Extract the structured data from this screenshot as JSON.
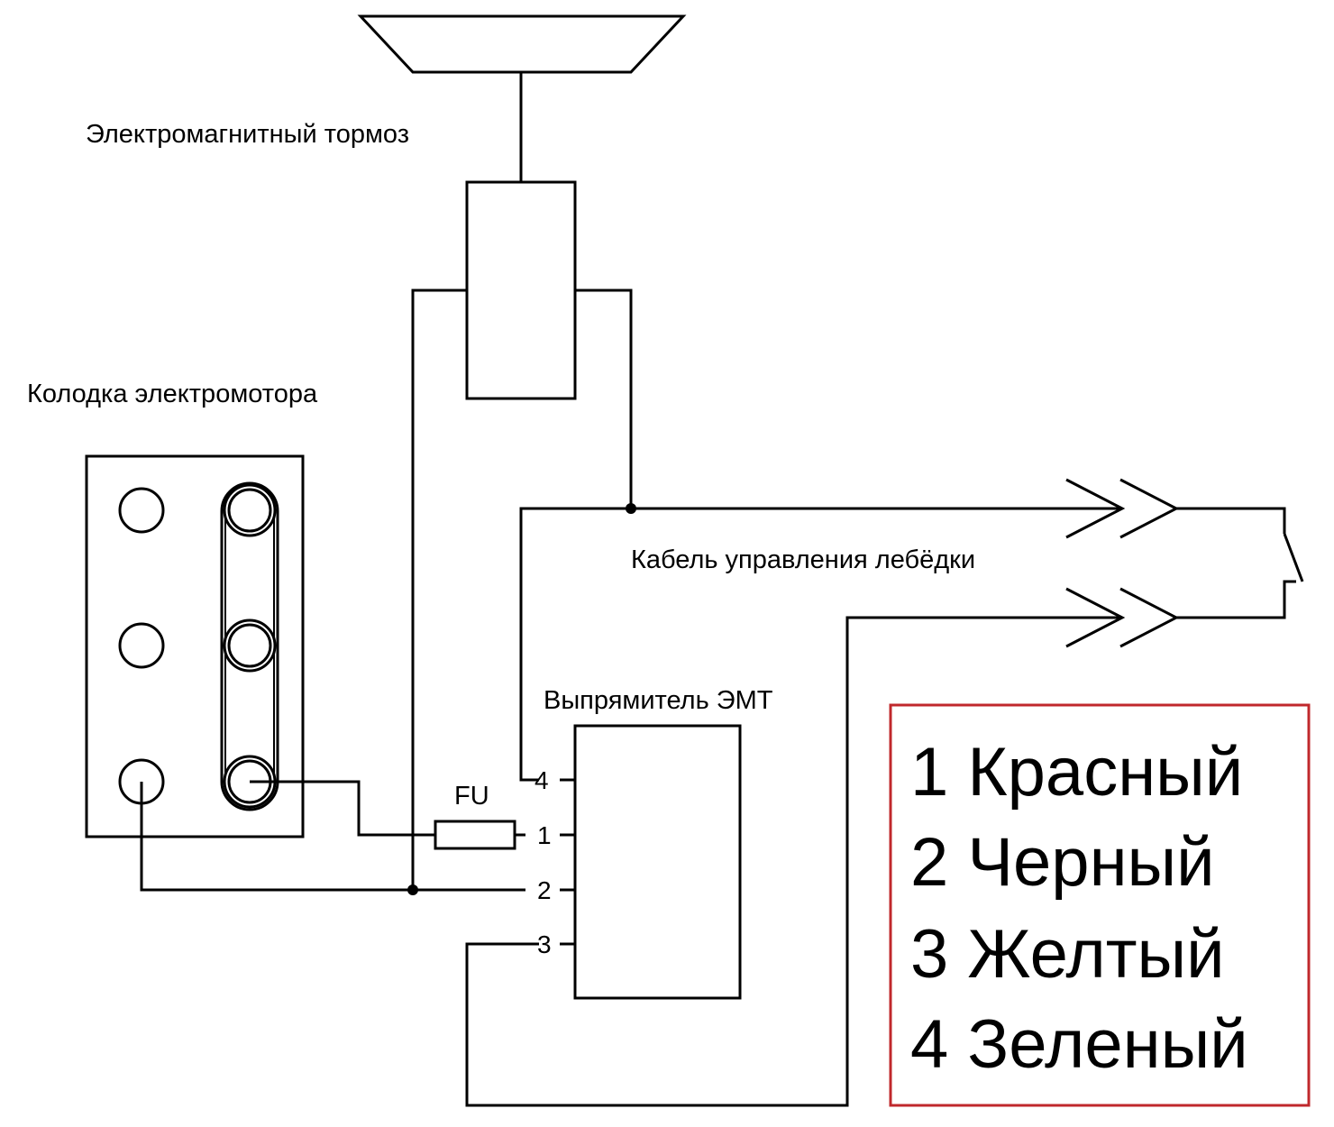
{
  "labels": {
    "brake": "Электромагнитный тормоз",
    "motor_block": "Колодка электромотора",
    "cable": "Кабель управления лебёдки",
    "rectifier": "Выпрямитель ЭМТ",
    "fuse": "FU"
  },
  "pins": [
    "4",
    "1",
    "2",
    "3"
  ],
  "legend": [
    "1 Красный",
    "2 Черный",
    "3 Желтый",
    "4 Зеленый"
  ],
  "colors": {
    "lines": "#000000",
    "legend_border": "#c0282c",
    "background": "#ffffff"
  }
}
